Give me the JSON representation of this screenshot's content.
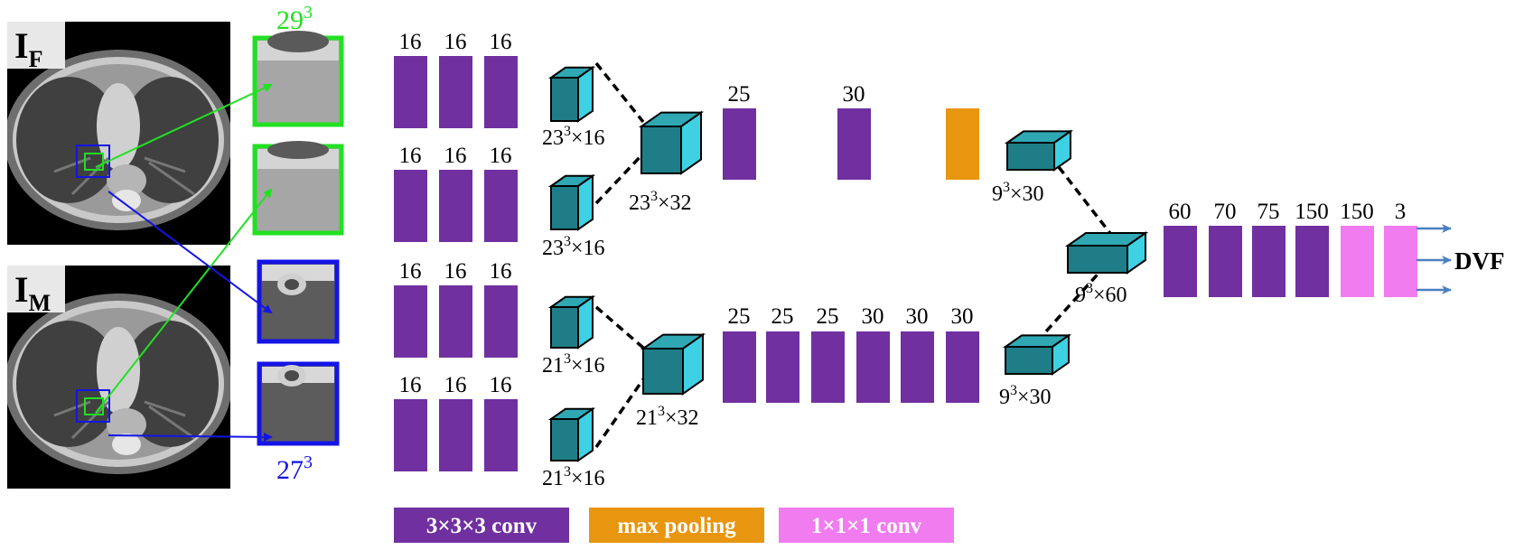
{
  "images": {
    "fixed_label": {
      "main": "I",
      "sub": "F"
    },
    "moving_label": {
      "main": "I",
      "sub": "M"
    }
  },
  "patches": {
    "large_size": {
      "base": "29",
      "exp": "3"
    },
    "small_size": {
      "base": "27",
      "exp": "3"
    }
  },
  "branches": {
    "conv_filters": [
      "16",
      "16",
      "16"
    ],
    "f1_cube": {
      "base": "23",
      "exp": "3",
      "tail": "×16"
    },
    "f2_cube": {
      "base": "23",
      "exp": "3",
      "tail": "×16"
    },
    "f_merge": {
      "base": "23",
      "exp": "3",
      "tail": "×32"
    },
    "s1_cube": {
      "base": "21",
      "exp": "3",
      "tail": "×16"
    },
    "s2_cube": {
      "base": "21",
      "exp": "3",
      "tail": "×16"
    },
    "s_merge": {
      "base": "21",
      "exp": "3",
      "tail": "×32"
    }
  },
  "upper_path": {
    "filters": [
      "25",
      "30"
    ],
    "out_cube": {
      "base": "9",
      "exp": "3",
      "tail": "×30"
    }
  },
  "lower_path": {
    "filters": [
      "25",
      "25",
      "25",
      "30",
      "30",
      "30"
    ],
    "out_cube": {
      "base": "9",
      "exp": "3",
      "tail": "×30"
    }
  },
  "merge": {
    "base": "9",
    "exp": "3",
    "tail": "×60"
  },
  "head": {
    "filters": [
      "60",
      "70",
      "75",
      "150",
      "150",
      "3"
    ],
    "output": "DVF"
  },
  "legend": [
    {
      "label": "3×3×3 conv",
      "color": "#7030a0"
    },
    {
      "label": "max pooling",
      "color": "#e8960f"
    },
    {
      "label": "1×1×1 conv",
      "color": "#f07cf0"
    }
  ],
  "colors": {
    "conv": "#7030a0",
    "pool": "#e8960f",
    "conv1": "#f07cf0",
    "cube_front": "#1e7d86",
    "cube_top": "#2fa8b4",
    "cube_side": "#3dd1e3",
    "green": "#22e022",
    "blue": "#1414e6",
    "arrow": "#4a7fc0"
  }
}
